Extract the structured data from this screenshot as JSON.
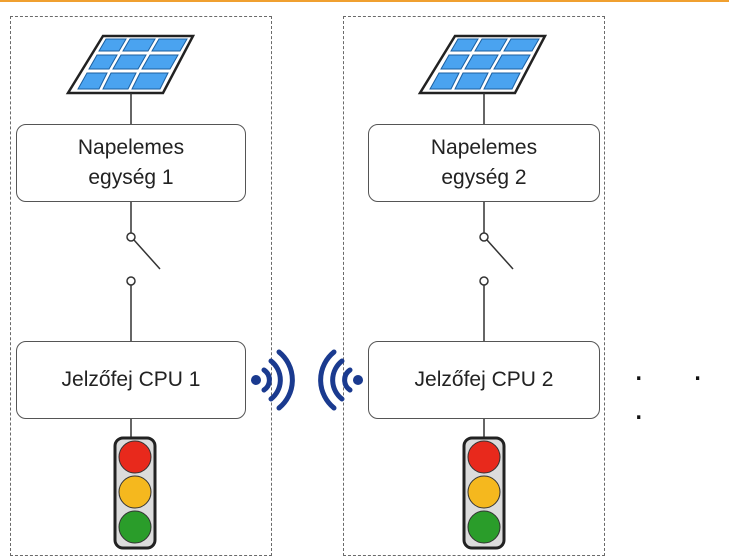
{
  "units": [
    {
      "solar_label_line1": "Napelemes",
      "solar_label_line2": "egység 1",
      "cpu_label": "Jelzőfej CPU 1"
    },
    {
      "solar_label_line1": "Napelemes",
      "solar_label_line2": "egység 2",
      "cpu_label": "Jelzőfej CPU 2"
    }
  ],
  "ellipsis": ". . .",
  "colors": {
    "accent_line": "#f0a030",
    "solar_cell": "#4aa3f0",
    "wireless": "#1a3a8f",
    "light_red": "#e8291c",
    "light_amber": "#f5b81e",
    "light_green": "#2a9d2a"
  },
  "icons": [
    "solar-panel-icon",
    "switch-icon",
    "wireless-signal-icon",
    "traffic-light-icon"
  ]
}
